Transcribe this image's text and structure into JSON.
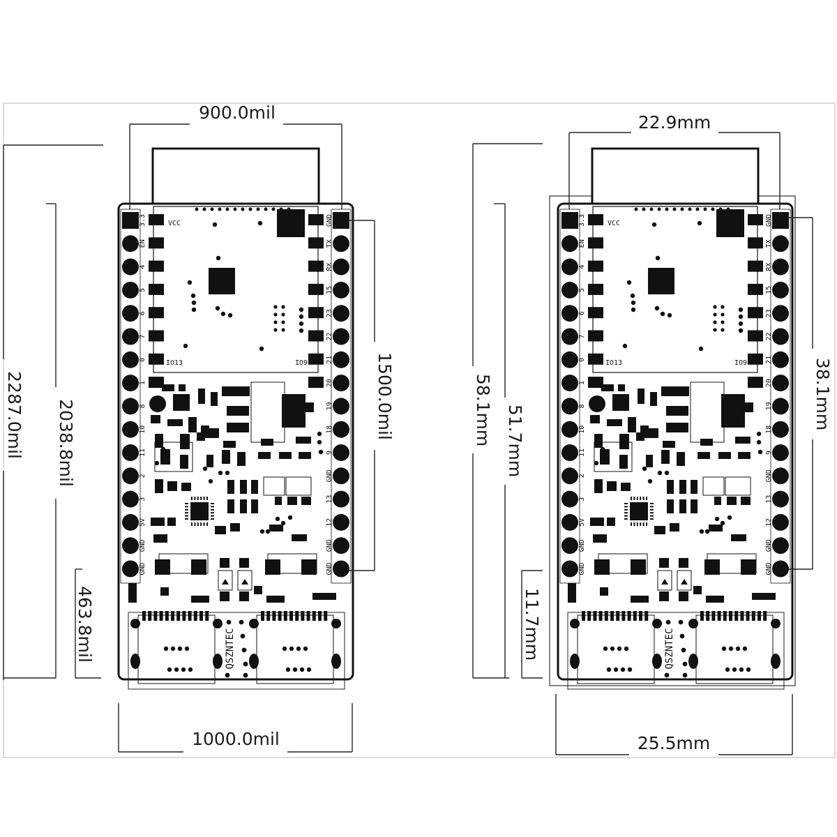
{
  "mil_drawing": {
    "dims": {
      "top_width": "900.0mil",
      "bottom_width": "1000.0mil",
      "outer_height": "2287.0mil",
      "inner_height": "2038.8mil",
      "header_span": "1500.0mil",
      "bottom_section": "463.8mil"
    }
  },
  "mm_drawing": {
    "dims": {
      "top_width": "22.9mm",
      "bottom_width": "25.5mm",
      "outer_height": "58.1mm",
      "inner_height": "51.7mm",
      "header_span": "38.1mm",
      "bottom_section": "11.7mm"
    }
  },
  "board": {
    "left_pins": [
      "3.3",
      "EN",
      "4",
      "5",
      "6",
      "7",
      "0",
      "1",
      "8",
      "10",
      "11",
      "2",
      "3",
      "5V",
      "GND",
      "GND"
    ],
    "right_pins": [
      "GND",
      "TX",
      "RX",
      "15",
      "23",
      "22",
      "21",
      "20",
      "19",
      "18",
      "9",
      "GND",
      "13",
      "12",
      "GND",
      "GND"
    ],
    "module_labels": {
      "vcc": "VCC",
      "io13": "IO13",
      "io9": "IO9"
    },
    "brand": "QSZNTEC"
  }
}
